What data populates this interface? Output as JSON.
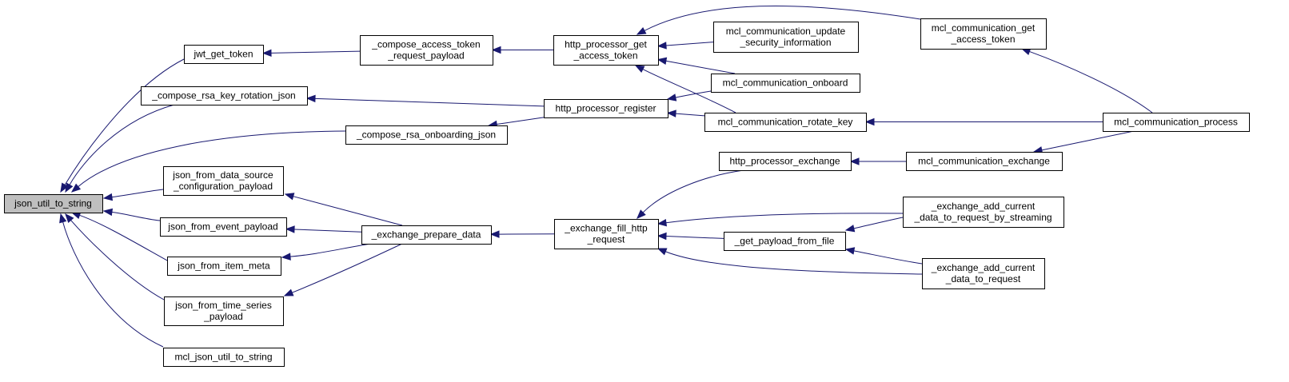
{
  "graph": {
    "colors": {
      "edge": "#191970",
      "root_fill": "#bfbfbf",
      "node_fill": "#ffffff",
      "border": "#000000"
    },
    "nodes": [
      {
        "id": "json_util_to_string",
        "lines": [
          "json_util_to_string"
        ],
        "root": true
      },
      {
        "id": "jwt_get_token",
        "lines": [
          "jwt_get_token"
        ]
      },
      {
        "id": "compose_rsa_key_rotation_json",
        "lines": [
          "_compose_rsa_key_rotation_json"
        ]
      },
      {
        "id": "json_from_data_source",
        "lines": [
          "json_from_data_source",
          "_configuration_payload"
        ]
      },
      {
        "id": "json_from_event_payload",
        "lines": [
          "json_from_event_payload"
        ]
      },
      {
        "id": "json_from_item_meta",
        "lines": [
          "json_from_item_meta"
        ]
      },
      {
        "id": "json_from_time_series",
        "lines": [
          "json_from_time_series",
          "_payload"
        ]
      },
      {
        "id": "mcl_json_util_to_string",
        "lines": [
          "mcl_json_util_to_string"
        ]
      },
      {
        "id": "compose_access_token",
        "lines": [
          "_compose_access_token",
          "_request_payload"
        ]
      },
      {
        "id": "compose_rsa_onboarding_json",
        "lines": [
          "_compose_rsa_onboarding_json"
        ]
      },
      {
        "id": "exchange_prepare_data",
        "lines": [
          "_exchange_prepare_data"
        ]
      },
      {
        "id": "http_processor_get_access_token",
        "lines": [
          "http_processor_get",
          "_access_token"
        ]
      },
      {
        "id": "http_processor_register",
        "lines": [
          "http_processor_register"
        ]
      },
      {
        "id": "exchange_fill_http_request",
        "lines": [
          "_exchange_fill_http",
          "_request"
        ]
      },
      {
        "id": "http_processor_exchange",
        "lines": [
          "http_processor_exchange"
        ]
      },
      {
        "id": "get_payload_from_file",
        "lines": [
          "_get_payload_from_file"
        ]
      },
      {
        "id": "mcl_communication_update_security_information",
        "lines": [
          "mcl_communication_update",
          "_security_information"
        ]
      },
      {
        "id": "mcl_communication_onboard",
        "lines": [
          "mcl_communication_onboard"
        ]
      },
      {
        "id": "mcl_communication_rotate_key",
        "lines": [
          "mcl_communication_rotate_key"
        ]
      },
      {
        "id": "mcl_communication_get_access_token",
        "lines": [
          "mcl_communication_get",
          "_access_token"
        ]
      },
      {
        "id": "mcl_communication_exchange",
        "lines": [
          "mcl_communication_exchange"
        ]
      },
      {
        "id": "exchange_add_current_data_to_request_by_streaming",
        "lines": [
          "_exchange_add_current",
          "_data_to_request_by_streaming"
        ]
      },
      {
        "id": "exchange_add_current_data_to_request",
        "lines": [
          "_exchange_add_current",
          "_data_to_request"
        ]
      },
      {
        "id": "mcl_communication_process",
        "lines": [
          "mcl_communication_process"
        ]
      }
    ],
    "edges": [
      {
        "from": "jwt_get_token",
        "to": "json_util_to_string"
      },
      {
        "from": "compose_rsa_key_rotation_json",
        "to": "json_util_to_string"
      },
      {
        "from": "compose_rsa_onboarding_json",
        "to": "json_util_to_string"
      },
      {
        "from": "json_from_data_source",
        "to": "json_util_to_string"
      },
      {
        "from": "json_from_event_payload",
        "to": "json_util_to_string"
      },
      {
        "from": "json_from_item_meta",
        "to": "json_util_to_string"
      },
      {
        "from": "json_from_time_series",
        "to": "json_util_to_string"
      },
      {
        "from": "mcl_json_util_to_string",
        "to": "json_util_to_string"
      },
      {
        "from": "compose_access_token",
        "to": "jwt_get_token"
      },
      {
        "from": "http_processor_register",
        "to": "compose_rsa_key_rotation_json"
      },
      {
        "from": "http_processor_register",
        "to": "compose_rsa_onboarding_json"
      },
      {
        "from": "exchange_prepare_data",
        "to": "json_from_data_source"
      },
      {
        "from": "exchange_prepare_data",
        "to": "json_from_event_payload"
      },
      {
        "from": "exchange_prepare_data",
        "to": "json_from_item_meta"
      },
      {
        "from": "exchange_prepare_data",
        "to": "json_from_time_series"
      },
      {
        "from": "http_processor_get_access_token",
        "to": "compose_access_token"
      },
      {
        "from": "exchange_fill_http_request",
        "to": "exchange_prepare_data"
      },
      {
        "from": "mcl_communication_update_security_information",
        "to": "http_processor_get_access_token"
      },
      {
        "from": "mcl_communication_onboard",
        "to": "http_processor_get_access_token"
      },
      {
        "from": "mcl_communication_rotate_key",
        "to": "http_processor_get_access_token"
      },
      {
        "from": "mcl_communication_get_access_token",
        "to": "http_processor_get_access_token"
      },
      {
        "from": "mcl_communication_onboard",
        "to": "http_processor_register"
      },
      {
        "from": "mcl_communication_rotate_key",
        "to": "http_processor_register"
      },
      {
        "from": "http_processor_exchange",
        "to": "exchange_fill_http_request"
      },
      {
        "from": "get_payload_from_file",
        "to": "exchange_fill_http_request"
      },
      {
        "from": "exchange_add_current_data_to_request_by_streaming",
        "to": "exchange_fill_http_request"
      },
      {
        "from": "exchange_add_current_data_to_request",
        "to": "exchange_fill_http_request"
      },
      {
        "from": "exchange_add_current_data_to_request_by_streaming",
        "to": "get_payload_from_file"
      },
      {
        "from": "exchange_add_current_data_to_request",
        "to": "get_payload_from_file"
      },
      {
        "from": "mcl_communication_exchange",
        "to": "http_processor_exchange"
      },
      {
        "from": "mcl_communication_process",
        "to": "mcl_communication_get_access_token"
      },
      {
        "from": "mcl_communication_process",
        "to": "mcl_communication_rotate_key"
      },
      {
        "from": "mcl_communication_process",
        "to": "mcl_communication_exchange"
      }
    ]
  }
}
